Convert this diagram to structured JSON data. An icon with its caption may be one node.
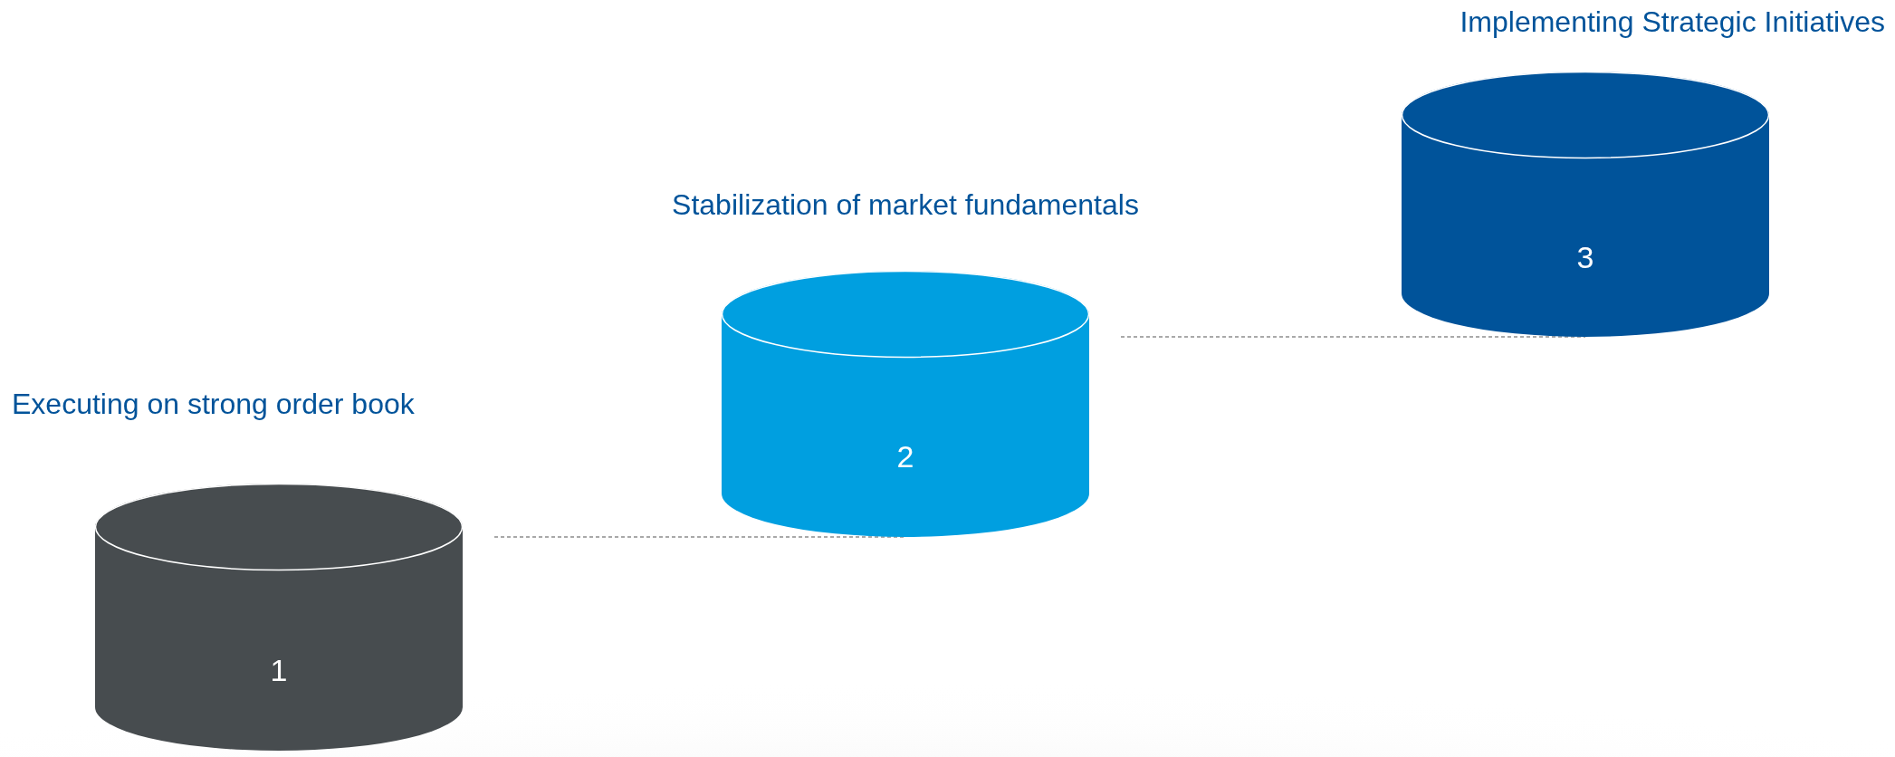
{
  "diagram": {
    "nodes": [
      {
        "text": [
          "1"
        ],
        "beside": [
          "Executing on strong order book"
        ]
      },
      {
        "text": [
          "2"
        ],
        "beside": [
          "Stabilization of market fundamentals"
        ]
      },
      {
        "text": [
          "3"
        ],
        "beside": [
          "Implementing Strategic Initiatives"
        ]
      }
    ],
    "edges": [
      {
        "from": 0,
        "to": 1,
        "arrow": "none",
        "style": "dashed"
      },
      {
        "from": 1,
        "to": 2,
        "arrow": "none",
        "style": "dashed"
      }
    ]
  }
}
